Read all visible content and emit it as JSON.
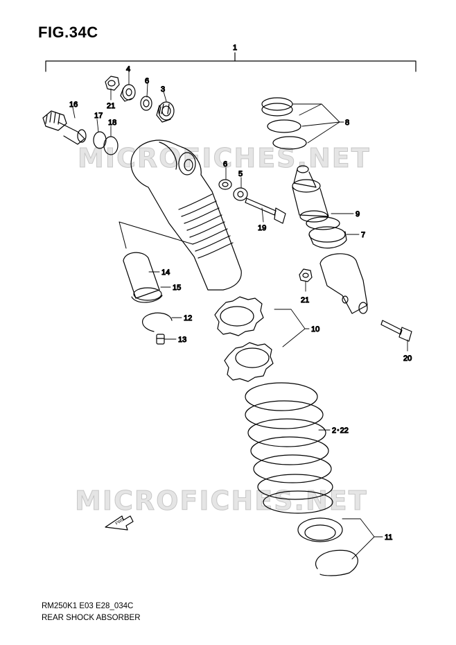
{
  "figure": {
    "title": "FIG.34C",
    "model_code": "RM250K1 E03 E28_034C",
    "assembly_name": "REAR SHOCK ABSORBER",
    "watermark": "MICROFICHES.NET",
    "direction_label": "FWD"
  },
  "callouts": [
    {
      "id": "c1",
      "label": "1"
    },
    {
      "id": "c4",
      "label": "4"
    },
    {
      "id": "c6a",
      "label": "6"
    },
    {
      "id": "c3",
      "label": "3"
    },
    {
      "id": "c21a",
      "label": "21"
    },
    {
      "id": "c16",
      "label": "16"
    },
    {
      "id": "c17",
      "label": "17"
    },
    {
      "id": "c18",
      "label": "18"
    },
    {
      "id": "c8",
      "label": "8"
    },
    {
      "id": "c6b",
      "label": "6"
    },
    {
      "id": "c5",
      "label": "5"
    },
    {
      "id": "c9",
      "label": "9"
    },
    {
      "id": "c19",
      "label": "19"
    },
    {
      "id": "c7",
      "label": "7"
    },
    {
      "id": "c14",
      "label": "14"
    },
    {
      "id": "c15",
      "label": "15"
    },
    {
      "id": "c21b",
      "label": "21"
    },
    {
      "id": "c12",
      "label": "12"
    },
    {
      "id": "c10",
      "label": "10"
    },
    {
      "id": "c13",
      "label": "13"
    },
    {
      "id": "c20",
      "label": "20"
    },
    {
      "id": "c2_22",
      "label": "2･22"
    },
    {
      "id": "c11",
      "label": "11"
    }
  ]
}
